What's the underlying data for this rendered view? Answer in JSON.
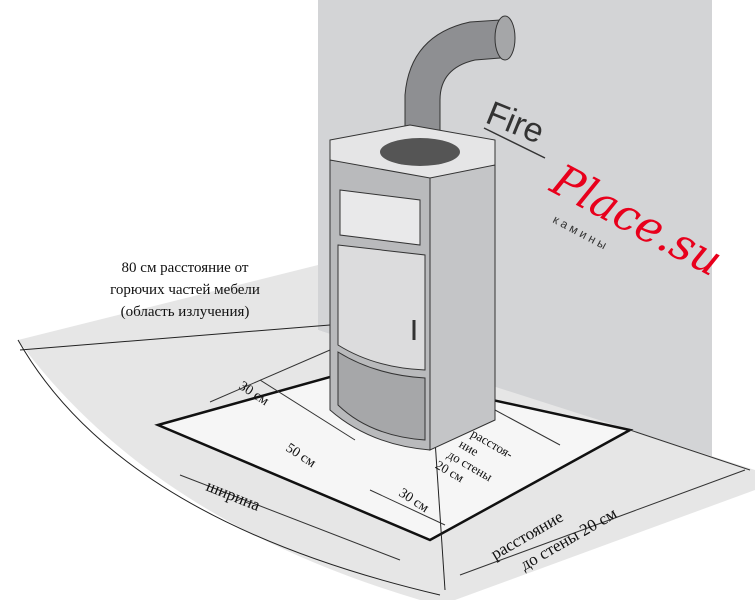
{
  "radiation_note": {
    "line1": "80 см расстояние от",
    "line2": "горючих частей мебели",
    "line3": "(область излучения)"
  },
  "dimensions": {
    "front_30": "30 см",
    "front_50": "50 см",
    "width": "ширина",
    "side_30": "30 см",
    "wall_small": [
      "расстоя-",
      "ние",
      "до стены",
      "20 см"
    ],
    "wall_large": [
      "расстояние",
      "до стены 20 см"
    ]
  },
  "logo": {
    "fire": "Fire",
    "place": "Place.su",
    "subtitle": "к а м и н ы"
  },
  "colors": {
    "wall": "#d3d4d6",
    "floor": "#e4e4e4",
    "logo_red": "#e8001c",
    "stove": "#c9cacc"
  }
}
